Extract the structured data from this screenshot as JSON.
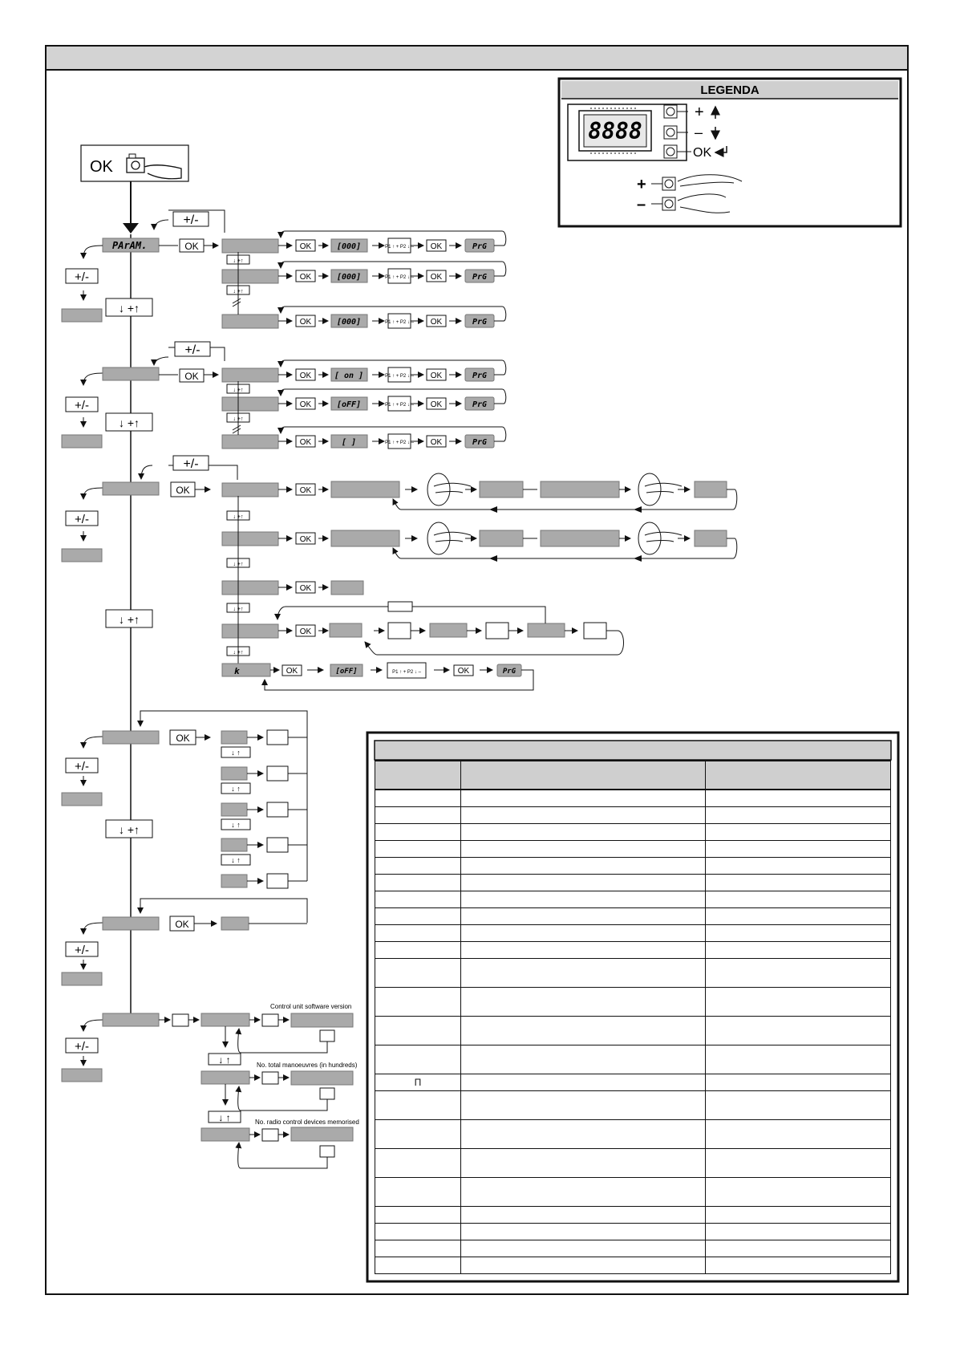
{
  "legend": {
    "title": "LEGENDA",
    "display_digits": "8888",
    "btn_plus": "+",
    "btn_minus": "–",
    "btn_ok": "OK",
    "hand_plus": "+",
    "hand_minus": "–"
  },
  "start": {
    "ok_label": "OK",
    "icon": "camera-hand-icon"
  },
  "labels": {
    "plus_minus": "+/-",
    "ok": "OK",
    "nav_down_up": "↓ +↑",
    "param_display": "PArAM.",
    "value_000": "[000]",
    "value_on": "[ on ]",
    "value_off": "[oFF]",
    "value_blank": "[      ]",
    "prg": "PrG",
    "p1_p2": "P1 ↑ +  P2 ↓ –",
    "k_label": "k",
    "m_symbol": "Π"
  },
  "info": {
    "software_version": "Control unit software version",
    "total_manoeuvres": "No. total manoeuvres (in hundreds)",
    "radio_devices": "No. radio control devices memorised"
  },
  "table": {
    "rows": 24,
    "m_symbol": "Π"
  }
}
